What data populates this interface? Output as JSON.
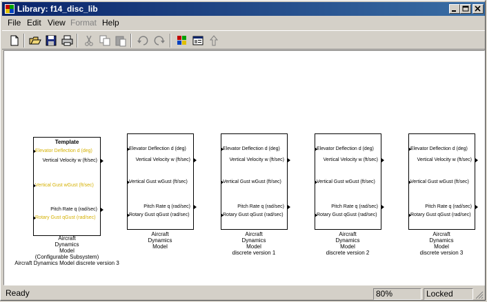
{
  "window": {
    "title": "Library: f14_disc_lib"
  },
  "menu": [
    "File",
    "Edit",
    "View",
    "Format",
    "Help"
  ],
  "menu_disabled": [
    false,
    false,
    false,
    true,
    false
  ],
  "toolbar": {
    "icons": [
      "new-icon",
      "open-icon",
      "save-icon",
      "print-icon",
      "cut-icon",
      "copy-icon",
      "paste-icon",
      "undo-icon",
      "redo-icon",
      "library-browser-icon",
      "model-explorer-icon",
      "go-to-parent-icon"
    ]
  },
  "blocks": [
    {
      "title": "Template",
      "inputs": [
        "Elevator Deflection d (deg)",
        "Vertical Gust wGust (ft/sec)",
        "Rotary Gust qGust (rad/sec)"
      ],
      "outputs": [
        "Vertical Velocity w (ft/sec)",
        "Pitch Rate q (rad/sec)"
      ],
      "caption": [
        "Aircraft",
        "Dynamics",
        "Model",
        "(Configurable Subsystem)",
        "Aircraft Dynamics Model discrete version 3"
      ]
    },
    {
      "title": "",
      "inputs": [
        "Elevator Deflection d (deg)",
        "Vertical Gust wGust (ft/sec)",
        "Rotary Gust qGust (rad/sec)"
      ],
      "outputs": [
        "Vertical Velocity w (ft/sec)",
        "Pitch Rate q (rad/sec)"
      ],
      "caption": [
        "Aircraft",
        "Dynamics",
        "Model"
      ]
    },
    {
      "title": "",
      "inputs": [
        "Elevator Deflection d (deg)",
        "Vertical Gust wGust (ft/sec)",
        "Rotary Gust qGust (rad/sec)"
      ],
      "outputs": [
        "Vertical Velocity w (ft/sec)",
        "Pitch Rate q (rad/sec)"
      ],
      "caption": [
        "Aircraft",
        "Dynamics",
        "Model",
        "discrete version 1"
      ]
    },
    {
      "title": "",
      "inputs": [
        "Elevator Deflection d (deg)",
        "Vertical Gust wGust (ft/sec)",
        "Rotary Gust qGust (rad/sec)"
      ],
      "outputs": [
        "Vertical Velocity w (ft/sec)",
        "Pitch Rate q (rad/sec)"
      ],
      "caption": [
        "Aircraft",
        "Dynamics",
        "Model",
        "discrete version 2"
      ]
    },
    {
      "title": "",
      "inputs": [
        "Elevator Deflection d (deg)",
        "Vertical Gust wGust (ft/sec)",
        "Rotary Gust qGust (rad/sec)"
      ],
      "outputs": [
        "Vertical Velocity w (ft/sec)",
        "Pitch Rate q (rad/sec)"
      ],
      "caption": [
        "Aircraft",
        "Dynamics",
        "Model",
        "discrete version 3"
      ]
    }
  ],
  "colors": {
    "template_port_label": "#d4b000",
    "titlebar": "#0a246a"
  },
  "status": {
    "message": "Ready",
    "zoom": "80%",
    "lock": "Locked"
  }
}
